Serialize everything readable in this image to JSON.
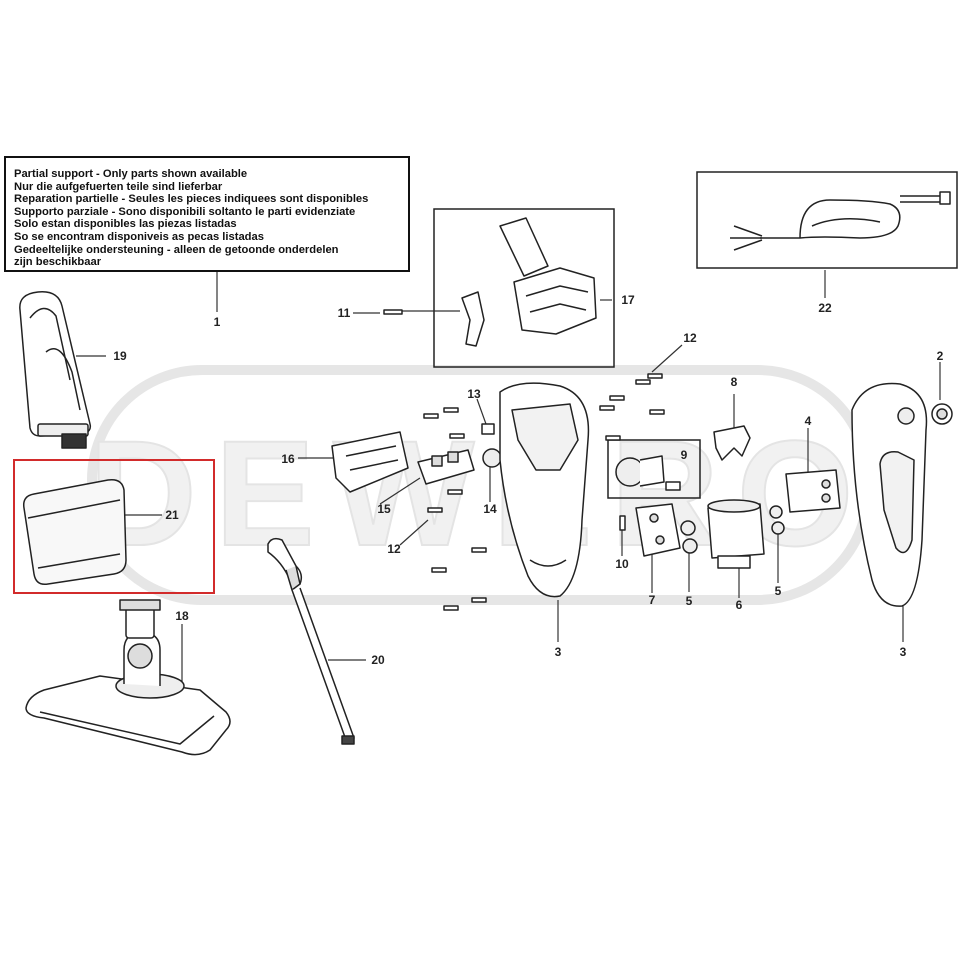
{
  "notice": {
    "lines": [
      "Partial support - Only parts shown available",
      "Nur die aufgefuerten teile sind lieferbar",
      "Reparation partielle - Seules les pieces indiquees sont disponibles",
      "Supporto parziale - Sono disponibili soltanto le parti evidenziate",
      "Solo estan disponibles las piezas listadas",
      "So se encontram disponiveis as pecas listadas",
      "Gedeeltelijke ondersteuning - alleen de getoonde onderdelen",
      "zijn beschikbaar"
    ]
  },
  "watermark": "DEWERO",
  "callouts": {
    "c1": "1",
    "c2": "2",
    "c3a": "3",
    "c3b": "3",
    "c4": "4",
    "c5a": "5",
    "c5b": "5",
    "c6": "6",
    "c7": "7",
    "c8": "8",
    "c9": "9",
    "c10": "10",
    "c11": "11",
    "c12a": "12",
    "c12b": "12",
    "c13": "13",
    "c14": "14",
    "c15": "15",
    "c16": "16",
    "c17": "17",
    "c18": "18",
    "c19": "19",
    "c20": "20",
    "c21": "21",
    "c22": "22"
  },
  "colors": {
    "line": "#222222",
    "highlight": "#d22b2b",
    "watermark": "#e6e6e6"
  }
}
